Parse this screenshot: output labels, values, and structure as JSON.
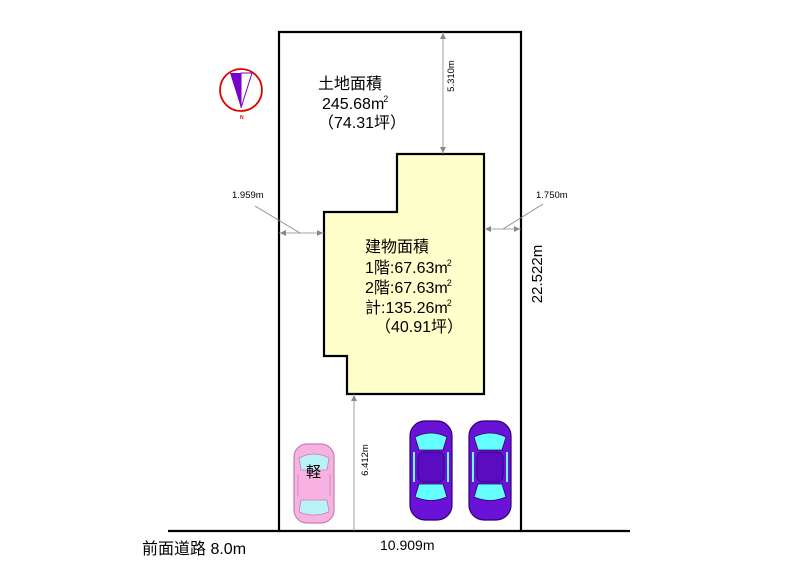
{
  "land": {
    "title": "土地面積",
    "area": "245.68",
    "unit": "m",
    "unit_sup": "2",
    "tsubo": "（74.31坪）"
  },
  "building": {
    "title": "建物面積",
    "floor1": "1階:67.63",
    "floor2": "2階:67.63",
    "total": "計:135.26",
    "unit": "m",
    "unit_sup": "2",
    "tsubo": "（40.91坪）"
  },
  "dimensions": {
    "left_setback": "1.959m",
    "right_setback": "1.750m",
    "top_setback": "5.310m",
    "bottom_setback": "6.412m",
    "depth": "22.522m",
    "frontage": "10.909m"
  },
  "road": {
    "label": "前面道路 8.0m"
  },
  "parking": {
    "kei_label": "軽"
  },
  "compass": {
    "north_label": "N"
  },
  "colors": {
    "building_fill": "#ffffcc",
    "kei_car": "#f7b2e2",
    "car": "#6a12d8",
    "glass": "#66ffff",
    "compass": "#e00000",
    "compass_arrow": "#7a00cc"
  }
}
